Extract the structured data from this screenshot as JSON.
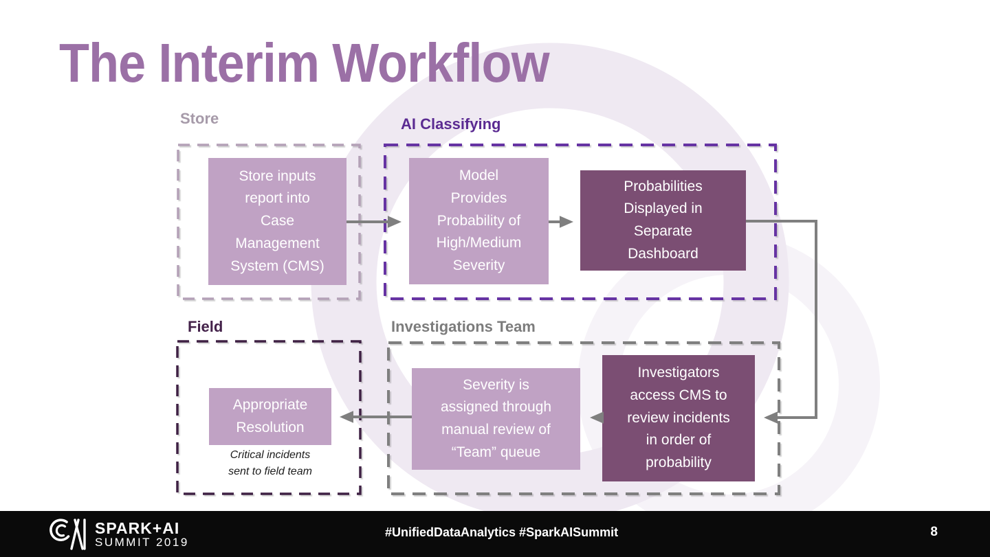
{
  "slide": {
    "title": "The Interim Workflow",
    "page_number": "8",
    "footer_hashtags": "#UnifiedDataAnalytics #SparkAISummit",
    "logo": {
      "line1": "SPARK+AI",
      "line2": "SUMMIT 2019"
    }
  },
  "groups": {
    "store": {
      "label": "Store"
    },
    "ai_classifying": {
      "label": "AI Classifying"
    },
    "field": {
      "label": "Field"
    },
    "investigations": {
      "label": "Investigations Team"
    }
  },
  "nodes": {
    "store_inputs": {
      "text": "Store inputs\nreport into\nCase\nManagement\nSystem (CMS)"
    },
    "model": {
      "text": "Model\nProvides\nProbability of\nHigh/Medium\nSeverity"
    },
    "probabilities": {
      "text": "Probabilities\nDisplayed in\nSeparate\nDashboard"
    },
    "appropriate_resolution": {
      "text": "Appropriate\nResolution"
    },
    "field_note": {
      "text": "Critical incidents\nsent to field team"
    },
    "severity": {
      "text": "Severity is\nassigned through\nmanual review of\n“Team” queue"
    },
    "investigators": {
      "text": "Investigators\naccess CMS to\nreview incidents\nin order of\nprobability"
    }
  },
  "colors": {
    "title": "#9b70a6",
    "light_node_fill": "#c0a2c4",
    "dark_node_fill": "#7b4e73",
    "arrow": "#7f7f7f",
    "store_border": "#b4a1b7",
    "store_label": "#a69aa9",
    "ai_border": "#6633a3",
    "ai_label": "#5b2b92",
    "field_border": "#3f2144",
    "field_label": "#44224a",
    "investigations_border": "#7f7f7f",
    "investigations_label": "#7c7c7c",
    "footer_bg": "#0a0a0a",
    "watermark": "#efe9f2"
  }
}
